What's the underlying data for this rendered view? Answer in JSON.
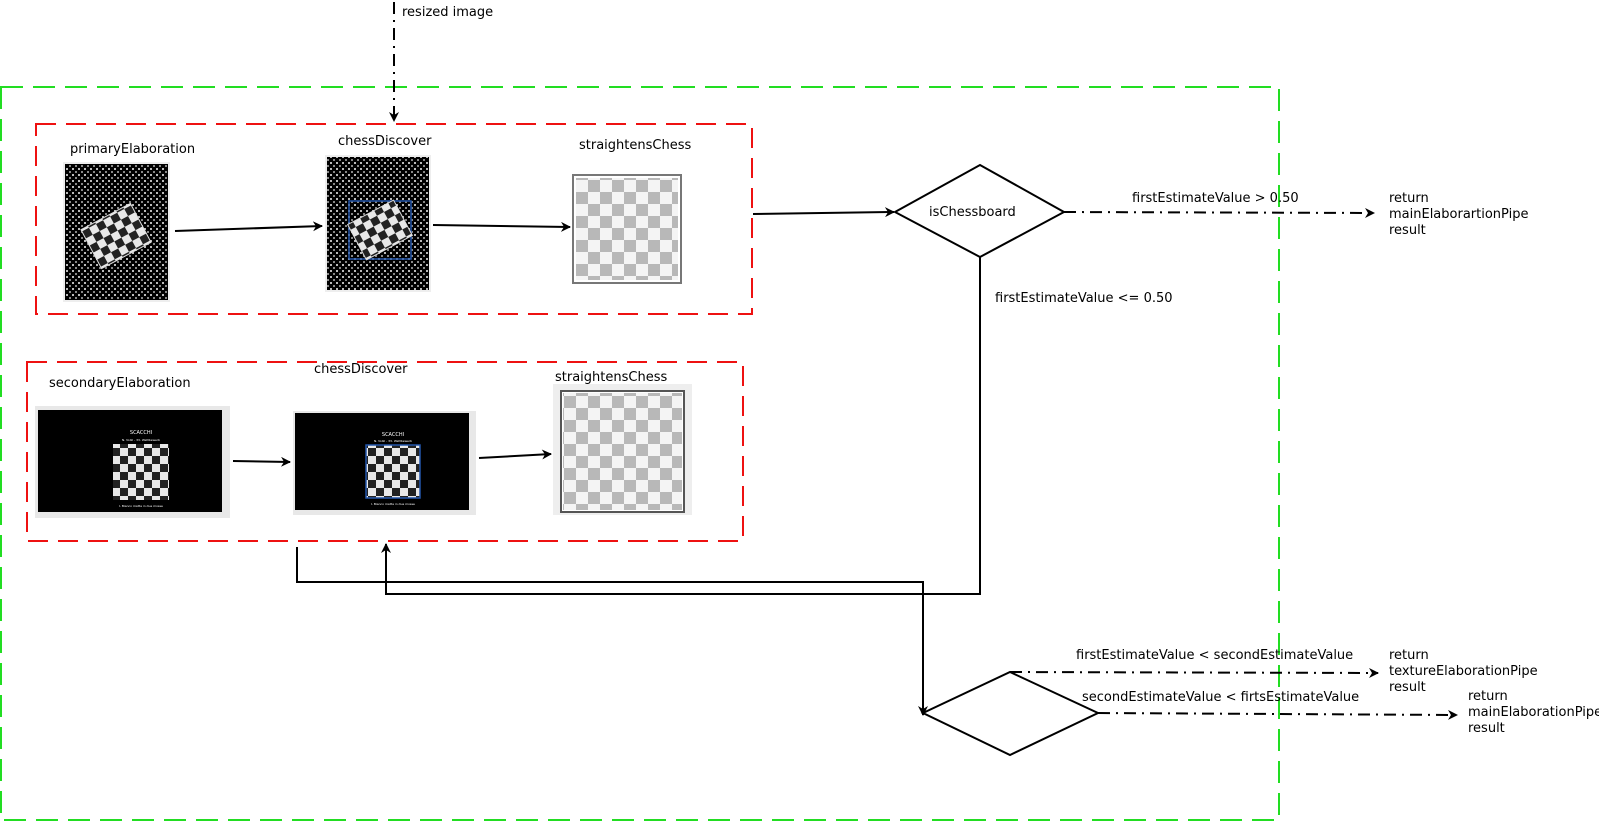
{
  "input": {
    "label": "resized image"
  },
  "primary": {
    "title": "primaryElaboration",
    "discover": "chessDiscover",
    "straighten": "straightensChess"
  },
  "secondary": {
    "title": "secondaryElaboration",
    "discover": "chessDiscover",
    "straighten": "straightensChess",
    "screen_title": "SCACCHI",
    "screen_subtitle": "N. Volkl - 33. Wettbewerb",
    "screen_caption": "I. Bianco matta in due mosse"
  },
  "decision1": {
    "label": "isChessboard",
    "yes_condition": "firstEstimateValue > 0.50",
    "no_condition": "firstEstimateValue <= 0.50",
    "result_lines": [
      "return",
      "mainElaborartionPipe",
      "result"
    ]
  },
  "decision2": {
    "cond_a": "firstEstimateValue  < secondEstimateValue",
    "result_a_lines": [
      "return",
      "textureElaborationPipe",
      "result"
    ],
    "cond_b": "secondEstimateValue < firtsEstimateValue",
    "result_b_lines": [
      "return",
      "mainElaborationPipe",
      "result"
    ]
  },
  "colors": {
    "outer_dash": "#22dd22",
    "group_dash": "#ee1111",
    "line": "#000000",
    "box_outline": "#2255aa"
  }
}
